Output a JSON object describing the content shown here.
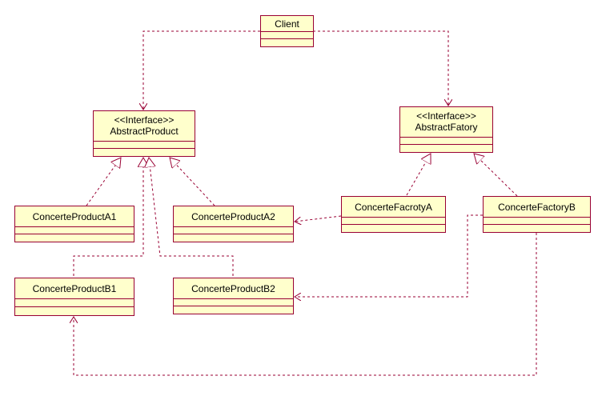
{
  "diagram": {
    "classes": {
      "client": {
        "name": "Client"
      },
      "abstract_product": {
        "stereotype": "<<Interface>>",
        "name": "AbstractProduct"
      },
      "abstract_factory": {
        "stereotype": "<<Interface>>",
        "name": "AbstractFatory"
      },
      "product_a1": {
        "name": "ConcerteProductA1"
      },
      "product_a2": {
        "name": "ConcerteProductA2"
      },
      "factory_a": {
        "name": "ConcerteFacrotyA"
      },
      "factory_b": {
        "name": "ConcerteFactoryB"
      },
      "product_b1": {
        "name": "ConcerteProductB1"
      },
      "product_b2": {
        "name": "ConcerteProductB2"
      }
    },
    "relations": [
      {
        "from": "Client",
        "to": "AbstractProduct",
        "kind": "dependency"
      },
      {
        "from": "Client",
        "to": "AbstractFatory",
        "kind": "dependency"
      },
      {
        "from": "ConcerteProductA1",
        "to": "AbstractProduct",
        "kind": "realization"
      },
      {
        "from": "ConcerteProductA2",
        "to": "AbstractProduct",
        "kind": "realization"
      },
      {
        "from": "ConcerteProductB1",
        "to": "AbstractProduct",
        "kind": "realization"
      },
      {
        "from": "ConcerteProductB2",
        "to": "AbstractProduct",
        "kind": "realization"
      },
      {
        "from": "ConcerteFacrotyA",
        "to": "AbstractFatory",
        "kind": "realization"
      },
      {
        "from": "ConcerteFactoryB",
        "to": "AbstractFatory",
        "kind": "realization"
      },
      {
        "from": "ConcerteFacrotyA",
        "to": "ConcerteProductA2",
        "kind": "dependency"
      },
      {
        "from": "ConcerteFactoryB",
        "to": "ConcerteProductB2",
        "kind": "dependency"
      },
      {
        "from": "ConcerteFactoryB",
        "to": "ConcerteProductB1",
        "kind": "dependency"
      }
    ],
    "colors": {
      "border": "#990033",
      "fill": "#ffffcc"
    }
  }
}
